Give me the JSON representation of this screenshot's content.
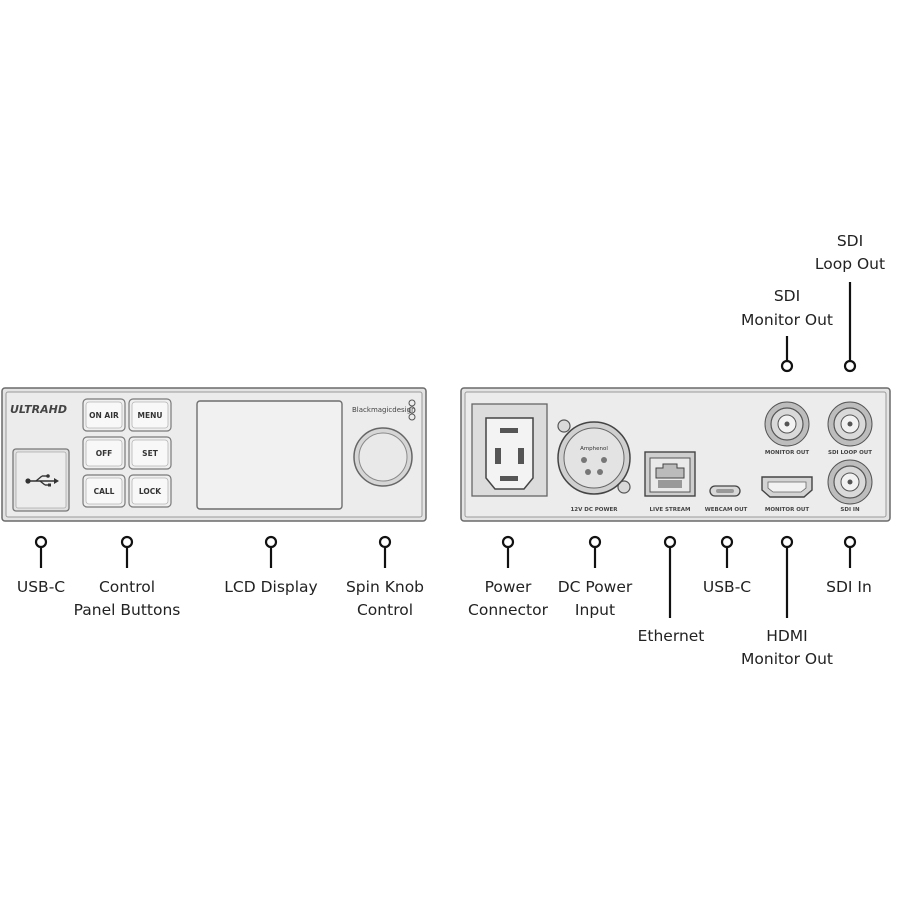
{
  "front_panel": {
    "logo": "ULTRAHD",
    "brand": "Blackmagicdesign",
    "buttons": [
      "ON AIR",
      "MENU",
      "OFF",
      "SET",
      "CALL",
      "LOCK"
    ]
  },
  "rear_panel": {
    "port_labels": {
      "dc_power": "12V DC POWER",
      "xlr_brand": "Amphenol",
      "live_stream": "LIVE STREAM",
      "webcam_out": "WEBCAM OUT",
      "hdmi_monitor_out": "MONITOR OUT",
      "sdi_monitor_out": "MONITOR OUT",
      "sdi_loop_out": "SDI LOOP OUT",
      "sdi_in": "SDI IN"
    }
  },
  "callouts": {
    "usb_c_front": [
      "USB-C"
    ],
    "control_panel_buttons": [
      "Control",
      "Panel Buttons"
    ],
    "lcd_display": [
      "LCD Display"
    ],
    "spin_knob": [
      "Spin Knob",
      "Control"
    ],
    "power_connector": [
      "Power",
      "Connector"
    ],
    "dc_power_input": [
      "DC Power",
      "Input"
    ],
    "ethernet": [
      "Ethernet"
    ],
    "usb_c_rear": [
      "USB-C"
    ],
    "hdmi_monitor_out": [
      "HDMI",
      "Monitor Out"
    ],
    "sdi_in": [
      "SDI In"
    ],
    "sdi_monitor_out": [
      "SDI",
      "Monitor Out"
    ],
    "sdi_loop_out": [
      "SDI",
      "Loop Out"
    ]
  }
}
